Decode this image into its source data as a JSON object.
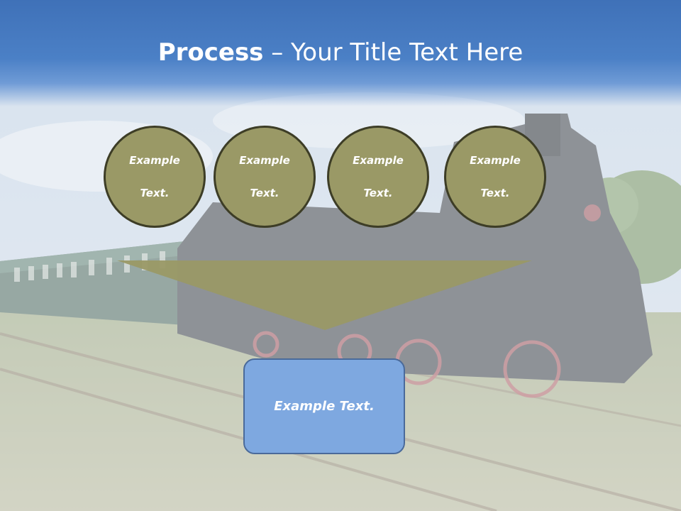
{
  "slide": {
    "title_bold": "Process",
    "title_rest": " – Your Title Text Here",
    "circles": [
      {
        "line1": "Example",
        "line2": "Text."
      },
      {
        "line1": "Example",
        "line2": "Text."
      },
      {
        "line1": "Example",
        "line2": "Text."
      },
      {
        "line1": "Example",
        "line2": "Text."
      }
    ],
    "result_label": "Example Text."
  },
  "colors": {
    "title_bar": "#4b80c6",
    "circle_fill": "#9a9966",
    "circle_border": "#3d3d26",
    "funnel_fill": "#9a9966",
    "result_fill": "#7ea8e0"
  }
}
